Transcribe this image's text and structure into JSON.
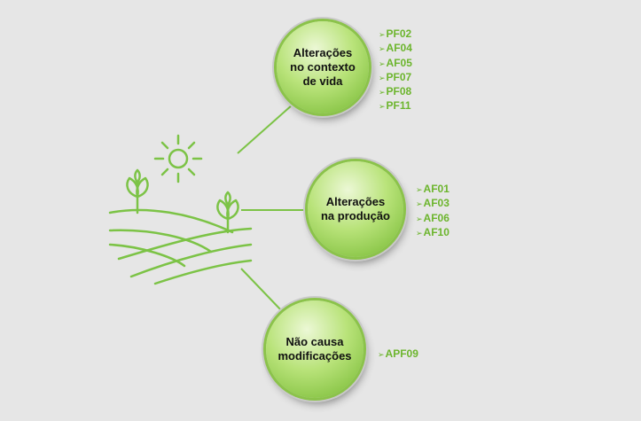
{
  "colors": {
    "accent": "#6cb52d",
    "background": "#e6e6e6",
    "icon_stroke": "#7cc346"
  },
  "icons": [
    "sun-icon",
    "sprout-icon",
    "field-icon"
  ],
  "nodes": [
    {
      "label": "Alterações\nno contexto\nde vida",
      "codes": [
        "PF02",
        "AF04",
        "AF05",
        "PF07",
        "PF08",
        "PF11"
      ]
    },
    {
      "label": "Alterações\nna produção",
      "codes": [
        "AF01",
        "AF03",
        "AF06",
        "AF10"
      ]
    },
    {
      "label": "Não causa\nmodificações",
      "codes": [
        "APF09"
      ]
    }
  ]
}
